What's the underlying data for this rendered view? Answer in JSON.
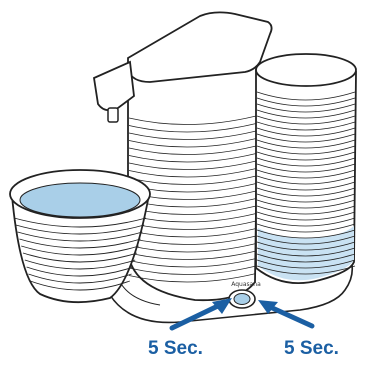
{
  "illustration": {
    "brand_mark": "Aquasana",
    "callouts": [
      {
        "label": "5 Sec."
      },
      {
        "label": "5 Sec."
      }
    ]
  },
  "colors": {
    "outline": "#222222",
    "water": "#a9cfe8",
    "water_light": "#c9e2f3",
    "arrow": "#1b5fa3",
    "caption": "#1b5fa3"
  }
}
